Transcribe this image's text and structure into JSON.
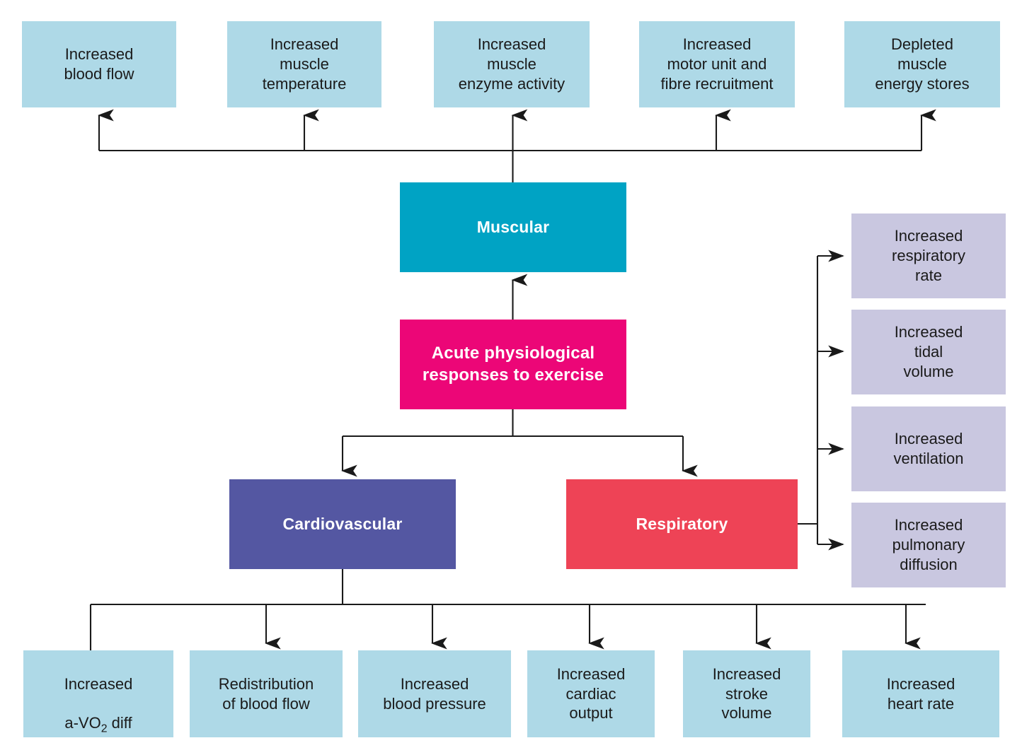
{
  "diagram": {
    "title": "Acute physiological responses to exercise",
    "type": "flowchart",
    "colors": {
      "leaf_blue": "#aed9e7",
      "leaf_lavender": "#c9c7e0",
      "muscular_teal": "#00a3c4",
      "root_pink": "#ec0677",
      "cardiovascular_purple": "#5457a2",
      "respiratory_red": "#ee4356",
      "connector": "#1a1a1a",
      "background": "#ffffff"
    }
  },
  "root": {
    "label": "Acute physiological\nresponses to exercise"
  },
  "branches": {
    "muscular": {
      "label": "Muscular"
    },
    "cardiovascular": {
      "label": "Cardiovascular"
    },
    "respiratory": {
      "label": "Respiratory"
    }
  },
  "muscular_outcomes": [
    {
      "label": "Increased\nblood flow"
    },
    {
      "label": "Increased\nmuscle\ntemperature"
    },
    {
      "label": "Increased\nmuscle\nenzyme activity"
    },
    {
      "label": "Increased\nmotor unit and\nfibre recruitment"
    },
    {
      "label": "Depleted\nmuscle\nenergy stores"
    }
  ],
  "respiratory_outcomes": [
    {
      "label": "Increased\nrespiratory\nrate"
    },
    {
      "label": "Increased\ntidal\nvolume"
    },
    {
      "label": "Increased\nventilation"
    },
    {
      "label": "Increased\npulmonary\ndiffusion"
    }
  ],
  "cardiovascular_outcomes": [
    {
      "label_html": "Increased\na-VO2 diff",
      "line1": "Increased",
      "line2_pre": "a-VO",
      "line2_sub": "2",
      "line2_post": " diff"
    },
    {
      "label": "Redistribution\nof blood flow"
    },
    {
      "label": "Increased\nblood pressure"
    },
    {
      "label": "Increased\ncardiac\noutput"
    },
    {
      "label": "Increased\nstroke\nvolume"
    },
    {
      "label": "Increased\nheart rate"
    }
  ]
}
